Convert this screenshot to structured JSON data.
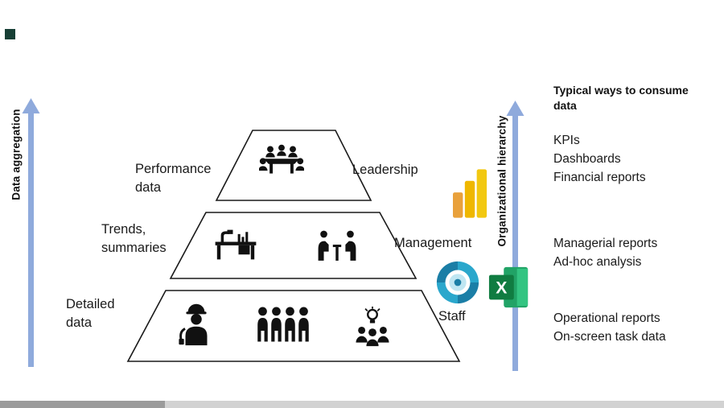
{
  "canvas": {
    "bg": "#ffffff"
  },
  "artifact": {
    "color": "#173F35"
  },
  "arrows": {
    "color": "#8FAADC",
    "left_label": "Data aggregation",
    "right_label": "Organizational hierarchy"
  },
  "pyramid": {
    "outline": "#1a1a1a",
    "fill": "#ffffff",
    "levels": [
      {
        "left_label": "Performance\ndata",
        "right_label": "Leadership"
      },
      {
        "left_label": "Trends,\nsummaries",
        "right_label": "Management"
      },
      {
        "left_label": "Detailed\ndata",
        "right_label": "Staff"
      }
    ]
  },
  "icons": {
    "leadership": [
      "meeting-table-icon"
    ],
    "management": [
      "office-desk-icon",
      "team-discussion-icon"
    ],
    "staff": [
      "field-worker-icon",
      "people-group-icon",
      "idea-team-icon"
    ]
  },
  "consume": {
    "title": "Typical ways to consume data",
    "groups": [
      {
        "lines": [
          "KPIs",
          "Dashboards",
          "Financial reports"
        ]
      },
      {
        "lines": [
          "Managerial reports",
          "Ad-hoc analysis"
        ]
      },
      {
        "lines": [
          "Operational reports",
          "On-screen task data"
        ]
      }
    ]
  },
  "logos": {
    "power_bi": {
      "label": "Power BI",
      "bar1": "#E9A13B",
      "bar2": "#EFB700",
      "bar3": "#F2C811"
    },
    "dataflow": {
      "label": "Power BI dataflow",
      "dark": "#1B7EA6",
      "mid": "#2AA7CC",
      "light": "#BFE6F2"
    },
    "excel": {
      "label": "Excel",
      "letter": "X",
      "front": "#107C41",
      "sheet": "#21A366",
      "sheet_light": "#33C481"
    }
  },
  "scrubber": {
    "track": "#d2d2d2",
    "filled": "#9b9b9b"
  }
}
